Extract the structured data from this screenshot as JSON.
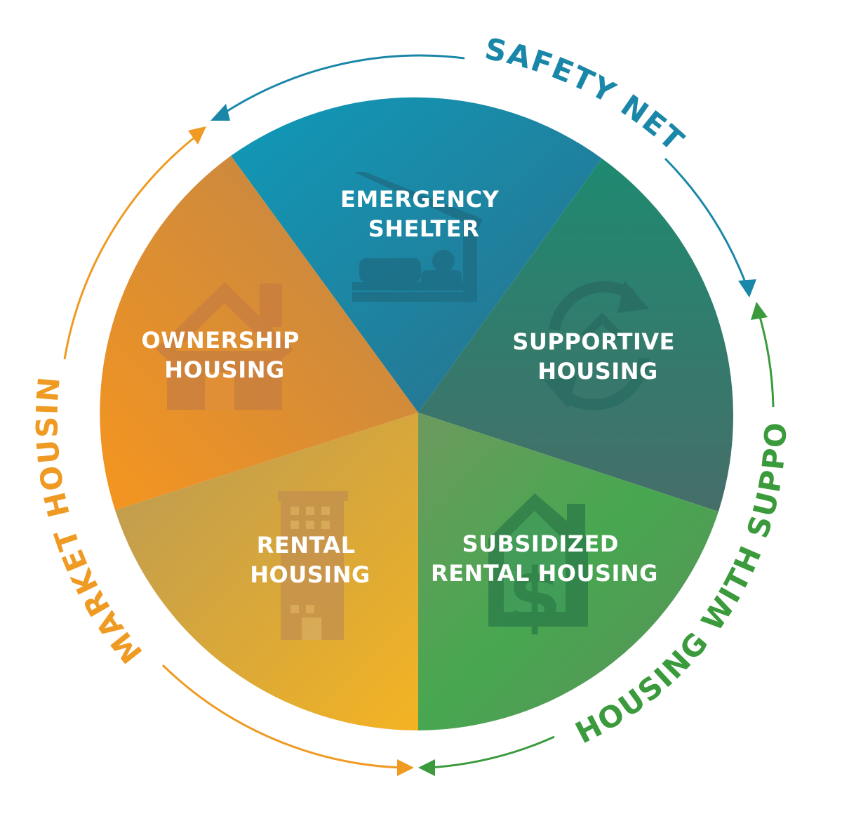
{
  "diagram": {
    "segments": [
      {
        "id": "emergency",
        "lines": [
          "EMERGENCY",
          "SHELTER"
        ],
        "icon": "shelter-icon",
        "color": "#1a8fb0"
      },
      {
        "id": "supportive",
        "lines": [
          "SUPPORTIVE",
          "HOUSING"
        ],
        "icon": "cycle-house-icon",
        "color": "#2f8470"
      },
      {
        "id": "subsidized",
        "lines": [
          "SUBSIDIZED",
          "RENTAL HOUSING"
        ],
        "icon": "dollar-house-icon",
        "color": "#4ea653"
      },
      {
        "id": "rental",
        "lines": [
          "RENTAL",
          "HOUSING"
        ],
        "icon": "building-icon",
        "color": "#d4a93d"
      },
      {
        "id": "ownership",
        "lines": [
          "OWNERSHIP",
          "HOUSING"
        ],
        "icon": "house-icon",
        "color": "#de8c32"
      }
    ],
    "arcs": [
      {
        "id": "safety-net",
        "label": "SAFETY NET",
        "color": "#1a87a8"
      },
      {
        "id": "housing-with-supports",
        "label": "HOUSING WITH SUPPORTS",
        "color": "#3a9a3c"
      },
      {
        "id": "market-housing",
        "label": "MARKET HOUSING",
        "color": "#ef9a22"
      }
    ]
  }
}
